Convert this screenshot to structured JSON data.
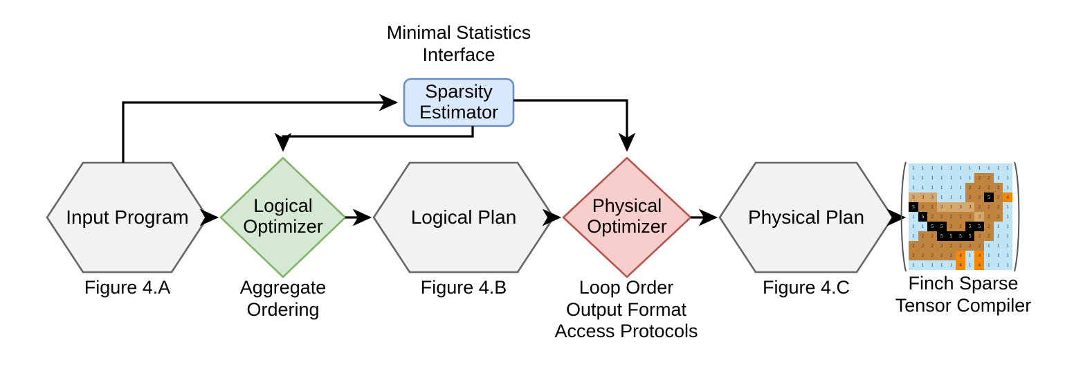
{
  "diagram": {
    "title_above_estimator": "Minimal Statistics\nInterface",
    "nodes": {
      "input_program": {
        "label": "Input Program",
        "caption": "Figure 4.A",
        "shape": "hexagon",
        "fill": "#f2f2f2",
        "stroke": "#666666"
      },
      "logical_optimizer": {
        "label": "Logical\nOptimizer",
        "caption": "Aggregate\nOrdering",
        "shape": "diamond",
        "fill": "#d5e8d4",
        "stroke": "#82b366"
      },
      "logical_plan": {
        "label": "Logical Plan",
        "caption": "Figure 4.B",
        "shape": "hexagon",
        "fill": "#f2f2f2",
        "stroke": "#666666"
      },
      "physical_optimizer": {
        "label": "Physical\nOptimizer",
        "caption": "Loop Order\nOutput Format\nAccess Protocols",
        "shape": "diamond",
        "fill": "#f8cecc",
        "stroke": "#b85450"
      },
      "physical_plan": {
        "label": "Physical Plan",
        "caption": "Figure 4.C",
        "shape": "hexagon",
        "fill": "#f2f2f2",
        "stroke": "#666666"
      },
      "sparsity_estimator": {
        "label": "Sparsity\nEstimator",
        "shape": "rounded-rect",
        "fill": "#dae8fc",
        "stroke": "#6c8ebf"
      },
      "finch": {
        "caption": "Finch Sparse\nTensor Compiler",
        "shape": "matrix-image"
      }
    },
    "edges": [
      {
        "from": "input_program",
        "to": "logical_optimizer",
        "style": "straight-arrow"
      },
      {
        "from": "logical_optimizer",
        "to": "logical_plan",
        "style": "straight-arrow"
      },
      {
        "from": "logical_plan",
        "to": "physical_optimizer",
        "style": "straight-arrow"
      },
      {
        "from": "physical_optimizer",
        "to": "physical_plan",
        "style": "straight-arrow"
      },
      {
        "from": "physical_plan",
        "to": "finch",
        "style": "straight-arrow"
      },
      {
        "from": "input_program",
        "to": "sparsity_estimator",
        "style": "orthogonal-up-right"
      },
      {
        "from": "sparsity_estimator",
        "to": "logical_optimizer",
        "style": "orthogonal-down-left-down"
      },
      {
        "from": "sparsity_estimator",
        "to": "physical_optimizer",
        "style": "orthogonal-right-down"
      }
    ],
    "colors": {
      "line": "#000000",
      "hexagon_fill": "#f2f2f2",
      "hexagon_stroke": "#666666",
      "green_fill": "#d5e8d4",
      "green_stroke": "#82b366",
      "red_fill": "#f8cecc",
      "red_stroke": "#b85450",
      "blue_fill": "#dae8fc",
      "blue_stroke": "#6c8ebf",
      "matrix_bg": "#bfe4f5",
      "matrix_tan": "#c1843f",
      "matrix_tan_light": "#d6a86e",
      "matrix_black": "#000000",
      "matrix_orange": "#f58800"
    }
  },
  "matrix": {
    "rows": 11,
    "cols": 11,
    "values": [
      [
        1,
        1,
        1,
        1,
        1,
        1,
        1,
        1,
        1,
        1,
        1
      ],
      [
        1,
        1,
        1,
        1,
        1,
        1,
        1,
        2,
        2,
        1,
        1
      ],
      [
        1,
        1,
        1,
        1,
        1,
        1,
        2,
        2,
        2,
        2,
        1
      ],
      [
        3,
        3,
        3,
        1,
        1,
        1,
        2,
        2,
        5,
        2,
        4
      ],
      [
        5,
        2,
        2,
        3,
        3,
        3,
        3,
        2,
        2,
        2,
        1
      ],
      [
        1,
        5,
        2,
        2,
        2,
        2,
        2,
        3,
        2,
        2,
        1
      ],
      [
        1,
        1,
        5,
        5,
        2,
        2,
        5,
        5,
        2,
        1,
        1
      ],
      [
        1,
        2,
        2,
        5,
        5,
        5,
        5,
        2,
        2,
        1,
        1
      ],
      [
        2,
        2,
        2,
        2,
        2,
        2,
        2,
        2,
        1,
        1,
        1
      ],
      [
        2,
        2,
        2,
        2,
        2,
        4,
        1,
        4,
        1,
        1,
        1
      ],
      [
        1,
        1,
        1,
        1,
        1,
        4,
        1,
        4,
        1,
        1,
        1
      ]
    ],
    "palette": {
      "1": "#bfe4f5",
      "2": "#c1843f",
      "3": "#d6a86e",
      "4": "#f58800",
      "5": "#000000"
    }
  }
}
